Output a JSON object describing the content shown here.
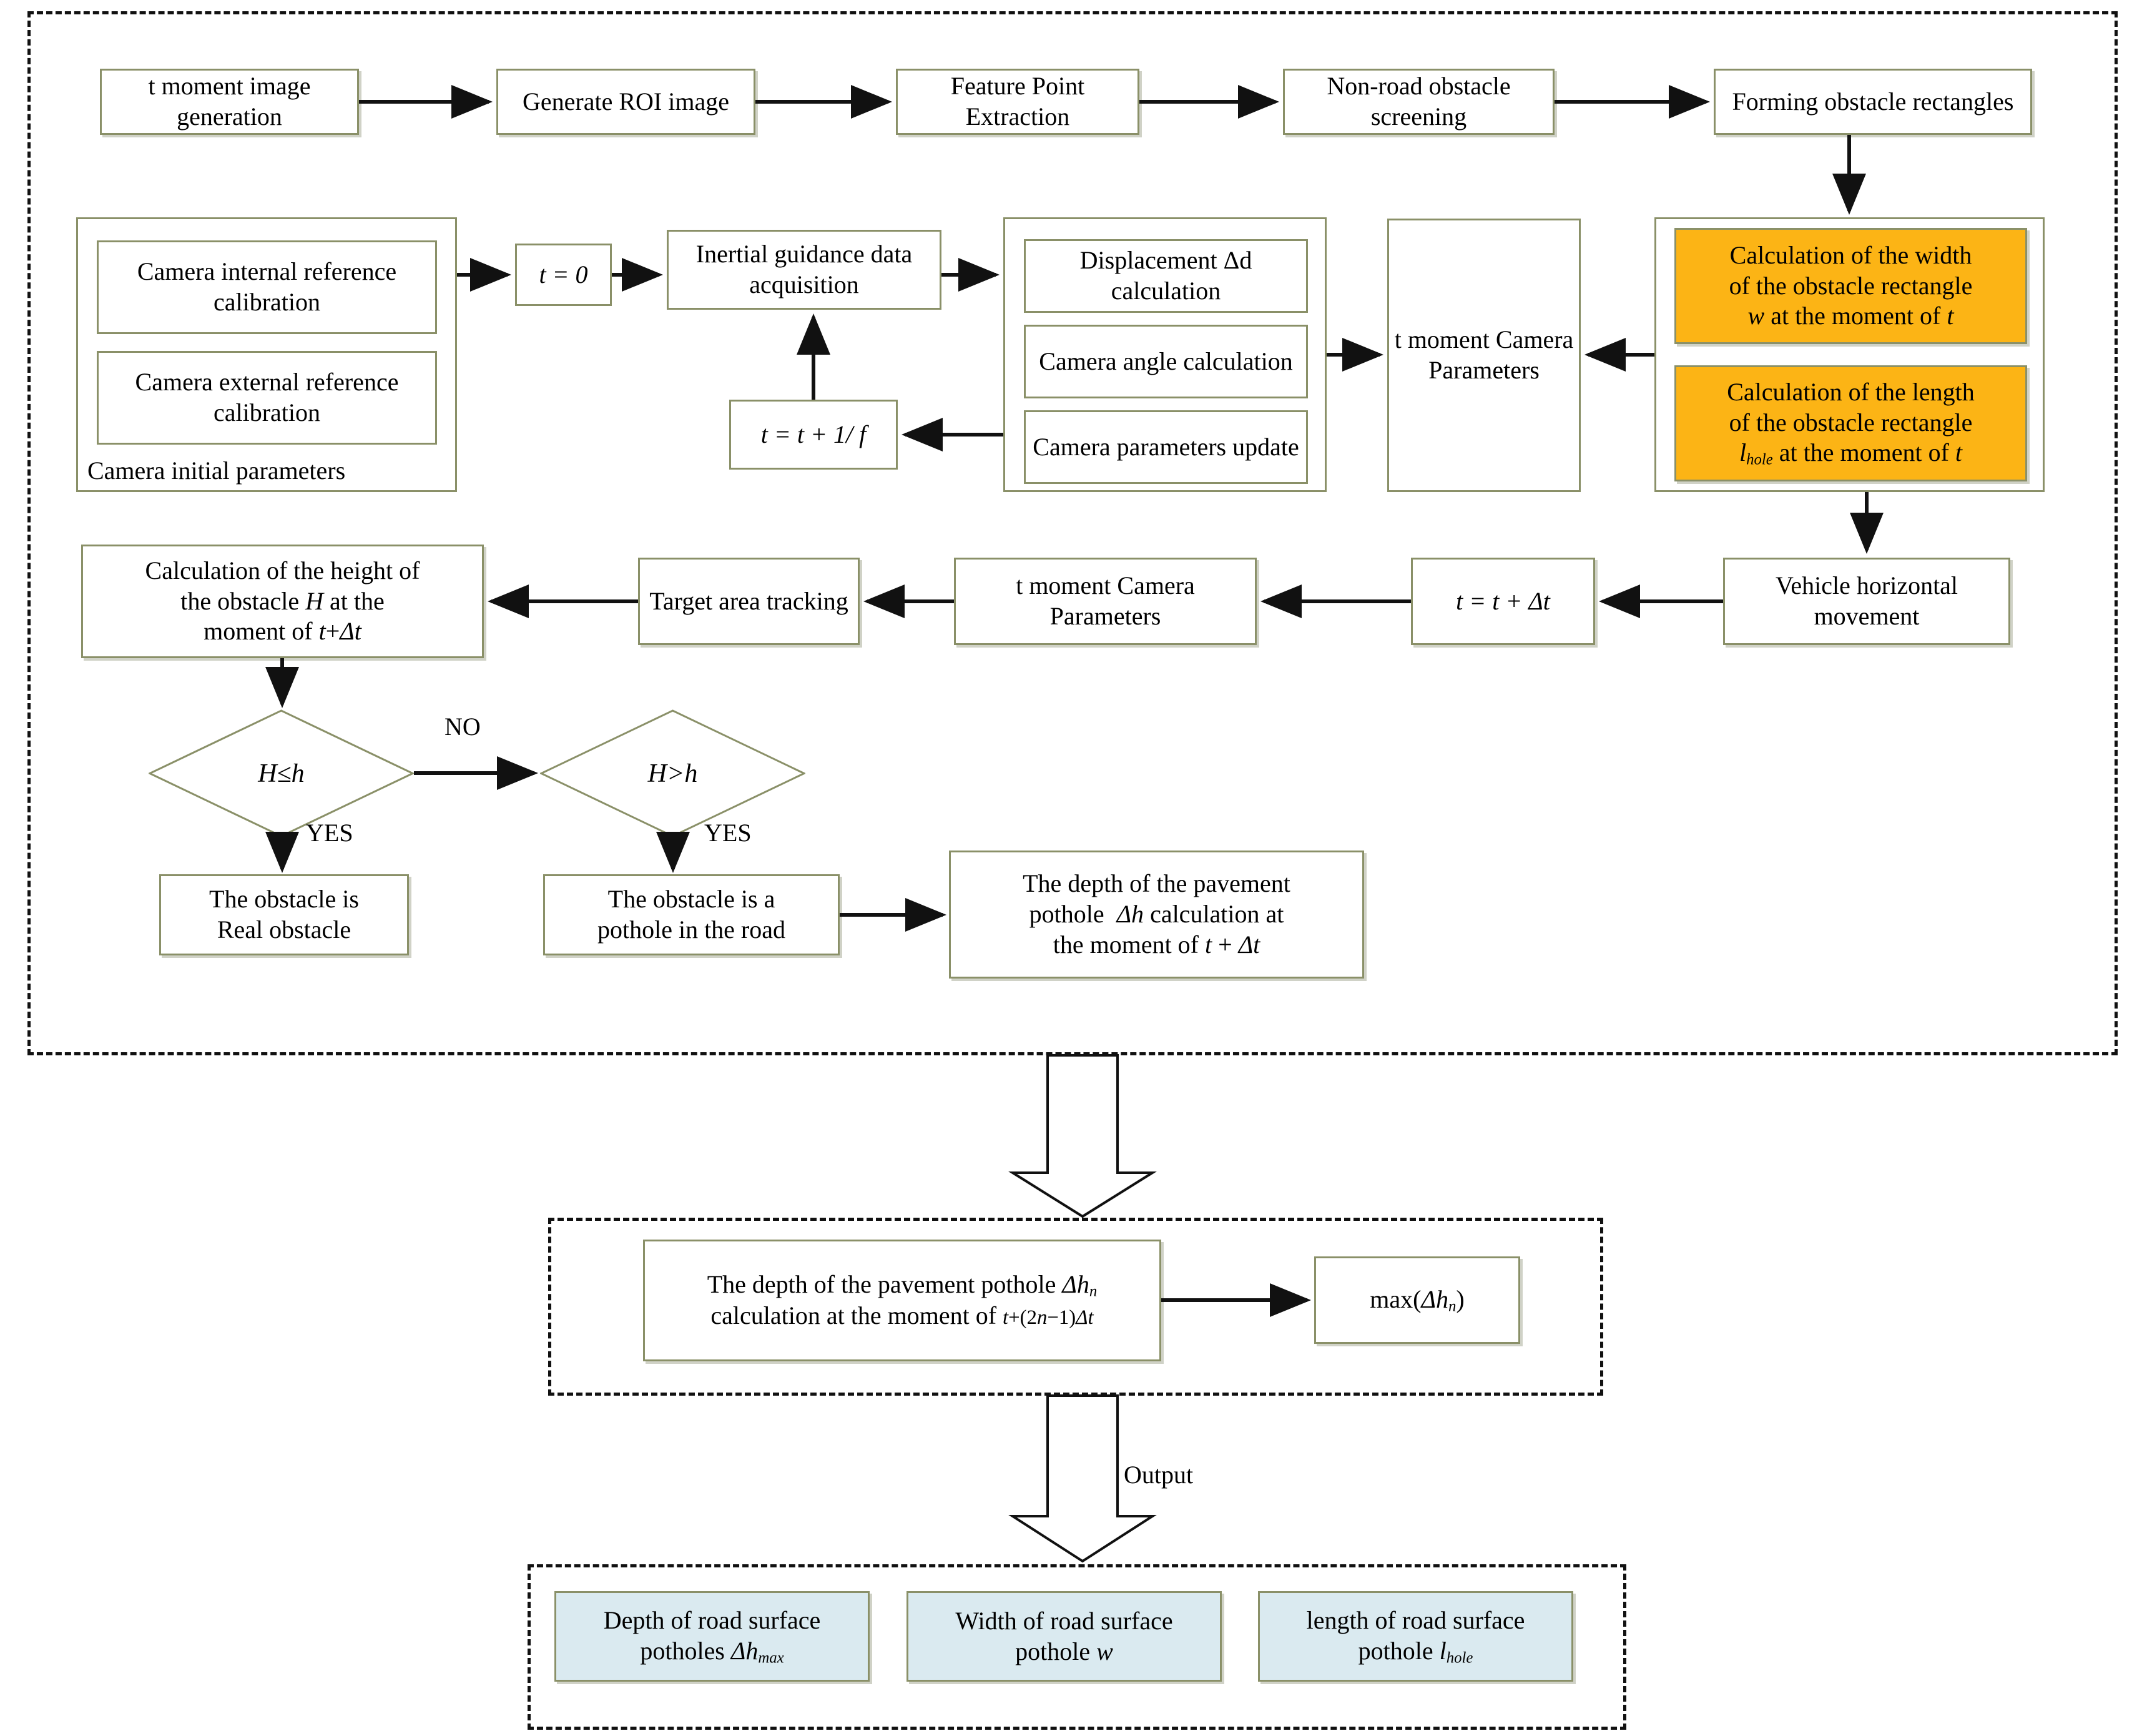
{
  "diagram": {
    "title": "Pavement pothole detection flowchart",
    "colors": {
      "box_border": "#8a9068",
      "orange_fill": "#FCB415",
      "lightblue_fill": "#daeaf0",
      "dashed_border": "#111111"
    }
  },
  "row1": {
    "b1": "t moment image generation",
    "b2": "Generate ROI image",
    "b3": "Feature Point Extraction",
    "b4": "Non-road obstacle screening",
    "b5": "Forming obstacle rectangles"
  },
  "row2": {
    "camera_group_label": "Camera initial parameters",
    "cam_internal": "Camera internal reference calibration",
    "cam_external": "Camera external reference calibration",
    "t_zero": "t = 0",
    "inertial": "Inertial guidance data acquisition",
    "t_step": "t = t + 1/ f",
    "displacement": "Displacement Δd calculation",
    "camera_angle": "Camera angle calculation",
    "camera_update": "Camera parameters update",
    "t_moment_params": "t moment Camera Parameters",
    "orange_width_l1": "Calculation of the width",
    "orange_width_l2": "of the obstacle rectangle",
    "orange_width_l3": "w at the moment of t",
    "orange_length_l1": "Calculation of the length",
    "orange_length_l2": "of the obstacle rectangle",
    "orange_length_l3_pre": "l",
    "orange_length_l3_sub": "hole",
    "orange_length_l3_post": "at the moment of t"
  },
  "row3": {
    "height_calc_l1": "Calculation of the height of",
    "height_calc_l2": "the obstacle H at the",
    "height_calc_l3": "moment of t+Δt",
    "target_tracking": "Target area tracking",
    "t_moment_params": "t moment Camera Parameters",
    "t_plus_dt": "t = t + Δt",
    "vehicle_move": "Vehicle horizontal movement"
  },
  "row4": {
    "decision_left": "H≤h",
    "decision_right": "H>h",
    "edge_no": "NO",
    "edge_yes_left": "YES",
    "edge_yes_right": "YES"
  },
  "row5": {
    "real_obstacle_l1": "The obstacle is",
    "real_obstacle_l2": "Real obstacle",
    "pothole_l1": "The obstacle is a",
    "pothole_l2": "pothole in the road",
    "depth_calc_l1": "The depth of the pavement",
    "depth_calc_l2": "pothole  Δh calculation at",
    "depth_calc_l3": "the moment of t + Δt"
  },
  "section2": {
    "depth_n_l1_pre": "The depth of the pavement pothole Δh",
    "depth_n_l1_sub": "n",
    "depth_n_l2_pre": "calculation at the moment of ",
    "depth_n_l2_math": "t+(2n−1)Δt",
    "max_pre": "max(Δh",
    "max_sub": "n",
    "max_post": ")"
  },
  "output": {
    "label": "Output",
    "o1_l1": "Depth of road surface",
    "o1_l2_pre": "potholes Δh",
    "o1_l2_sub": "max",
    "o2_l1": "Width of road surface",
    "o2_l2": "pothole w",
    "o3_l1": "length of road surface",
    "o3_l2_pre": "pothole l",
    "o3_l2_sub": "hole"
  }
}
